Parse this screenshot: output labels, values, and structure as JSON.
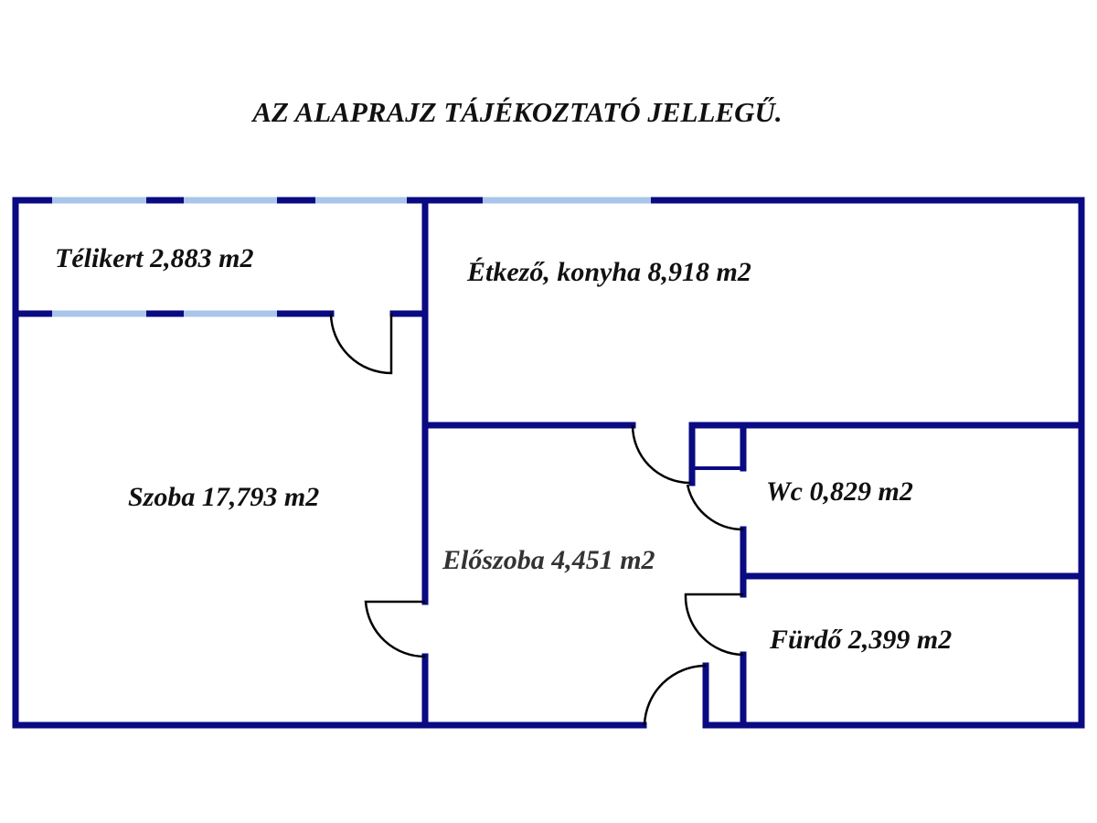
{
  "title": "AZ ALAPRAJZ TÁJÉKOZTATÓ JELLEGŰ.",
  "rooms": [
    {
      "name": "Télikert",
      "area": "Télikert 2,883 m2"
    },
    {
      "name": "Étkező, konyha",
      "area": "Étkező, konyha 8,918 m2"
    },
    {
      "name": "Szoba",
      "area": "Szoba 17,793 m2"
    },
    {
      "name": "Előszoba",
      "area": "Előszoba 4,451 m2"
    },
    {
      "name": "Wc",
      "area": "Wc 0,829 m2"
    },
    {
      "name": "Fürdő",
      "area": "Fürdő 2,399 m2"
    }
  ],
  "colors": {
    "wall": "#0a0a82",
    "window": "#a9c5ea",
    "door": "#000000"
  }
}
